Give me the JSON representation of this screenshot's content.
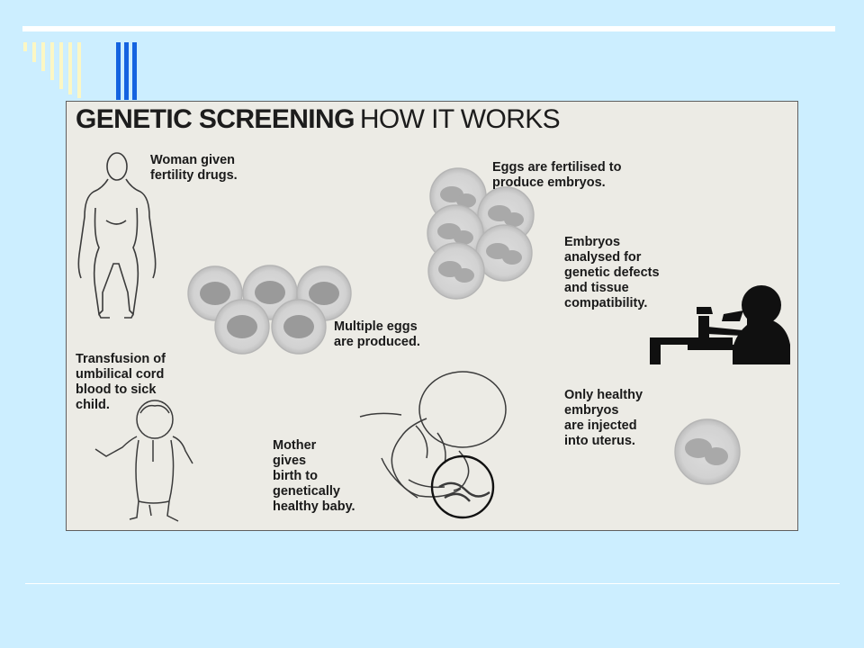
{
  "slide": {
    "accent_colors": {
      "background": "#cceeff",
      "rule": "#ffffff",
      "stripe_yellow": "#fcf7c4",
      "stripe_blue": "#1463e0"
    }
  },
  "infographic": {
    "title_bold": "GENETIC SCREENING",
    "title_light": "HOW IT WORKS",
    "steps": [
      {
        "id": "fertility",
        "caption": "Woman given\nfertility drugs.",
        "icon": "woman-icon"
      },
      {
        "id": "eggs",
        "caption": "Multiple eggs\nare produced.",
        "icon": "eggs-icon"
      },
      {
        "id": "fertilise",
        "caption": "Eggs are fertilised to\nproduce embryos.",
        "icon": "embryos-icon"
      },
      {
        "id": "analyse",
        "caption": "Embryos\nanalysed for\ngenetic defects\nand tissue\ncompatibility.",
        "icon": "microscope-icon"
      },
      {
        "id": "inject",
        "caption": "Only healthy\nembryos\nare injected\ninto uterus.",
        "icon": "embryo-cell-icon"
      },
      {
        "id": "birth",
        "caption": "Mother\ngives\nbirth to\ngenetically\nhealthy baby.",
        "icon": "newborn-baby-icon"
      },
      {
        "id": "transfusion",
        "caption": "Transfusion of\numbilical cord\nblood to sick\nchild.",
        "icon": "child-icon"
      }
    ],
    "colors": {
      "panel": "#ecebe5",
      "cell_ring": "#cfcfcf",
      "nucleus": "#9a9a9a",
      "ink": "#1a1a1a"
    }
  }
}
